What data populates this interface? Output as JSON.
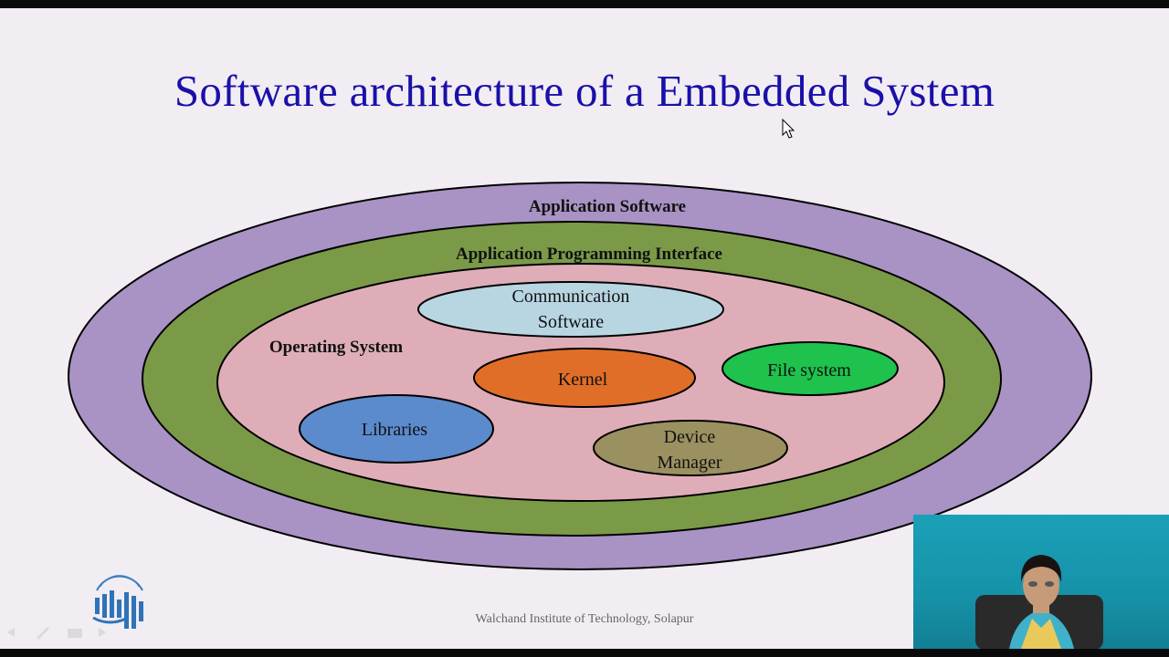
{
  "slide": {
    "title": "Software architecture of a Embedded System",
    "footer": "Walchand Institute of Technology, Solapur"
  },
  "diagram": {
    "layers": [
      {
        "id": "application-software",
        "label": "Application Software",
        "color": "#a992c4"
      },
      {
        "id": "api",
        "label": "Application Programming Interface",
        "color": "#7a9a48"
      },
      {
        "id": "operating-system",
        "label": "Operating System",
        "color": "#dfadb8"
      }
    ],
    "components": [
      {
        "id": "communication-software",
        "lines": [
          "Communication",
          "Software"
        ],
        "color": "#b8d6e2"
      },
      {
        "id": "kernel",
        "lines": [
          "Kernel"
        ],
        "color": "#e06e28"
      },
      {
        "id": "file-system",
        "lines": [
          "File system"
        ],
        "color": "#1ec24c"
      },
      {
        "id": "libraries",
        "lines": [
          "Libraries"
        ],
        "color": "#5b8acd"
      },
      {
        "id": "device-manager",
        "lines": [
          "Device",
          "Manager"
        ],
        "color": "#9b9060"
      }
    ]
  },
  "icons": {
    "logo": "institute-logo-icon",
    "cursor": "mouse-pointer-icon"
  }
}
